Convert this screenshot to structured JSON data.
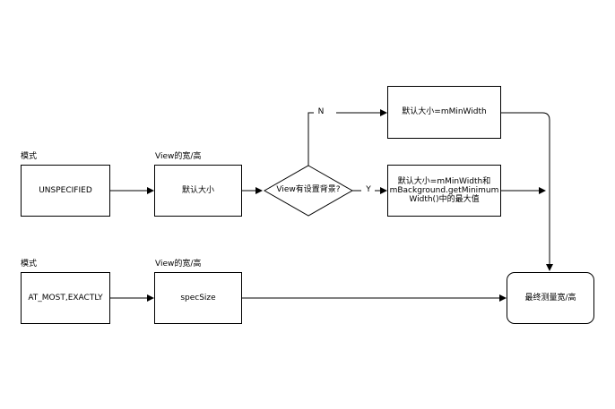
{
  "labels": {
    "mode_top": "模式",
    "mode_bottom": "模式",
    "view_wh_top": "View的宽/高",
    "view_wh_bottom": "View的宽/高"
  },
  "boxes": {
    "unspecified": "UNSPECIFIED",
    "default_size": "默认大小",
    "decision": "View有设置背景?",
    "min_width": "默认大小=mMinWidth",
    "max_of": "默认大小=mMinWidth和\nmBackground.getMinimum\nWidth()中的最大值",
    "at_most_exactly": "AT_MOST,EXACTLY",
    "spec_size": "specSize",
    "final_measured": "最终测量宽/高"
  },
  "branches": {
    "no": "N",
    "yes": "Y"
  }
}
